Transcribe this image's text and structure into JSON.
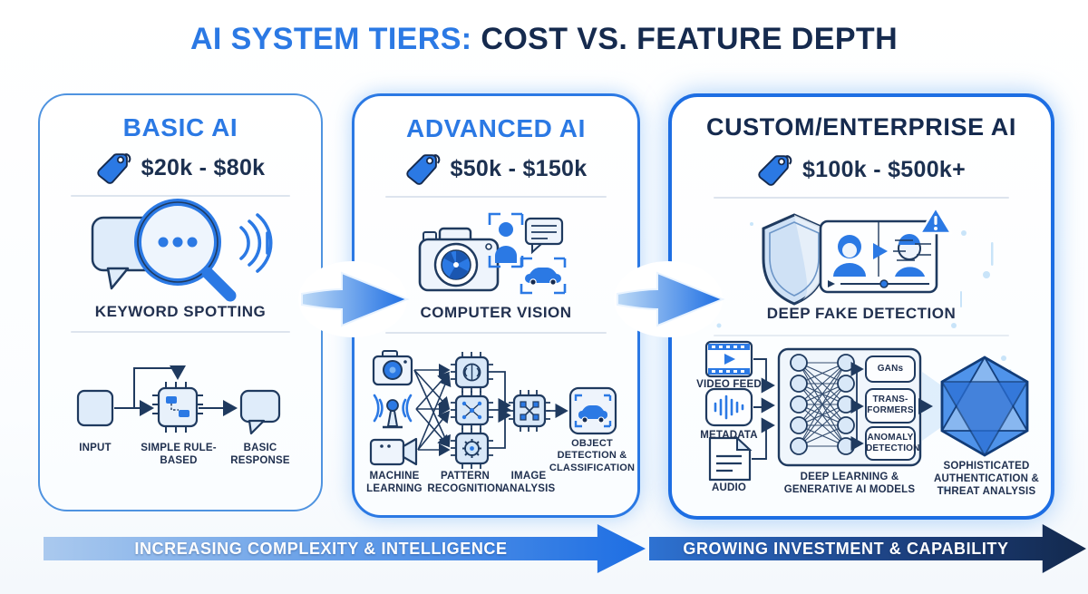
{
  "header": {
    "title_accent": "AI SYSTEM TIERS:",
    "title_rest": "COST VS. FEATURE DEPTH"
  },
  "panels": {
    "basic": {
      "title": "BASIC AI",
      "price": "$20k - $80k",
      "feature": "KEYWORD SPOTTING",
      "flow": {
        "input": "INPUT",
        "process": "SIMPLE RULE-BASED",
        "output": "BASIC RESPONSE"
      }
    },
    "advanced": {
      "title": "ADVANCED AI",
      "price": "$50k - $150k",
      "feature": "COMPUTER VISION",
      "flow": {
        "sources": "MACHINE LEARNING",
        "pattern": "PATTERN RECOGNITION",
        "image": "IMAGE ANALYSIS",
        "output": "OBJECT DETECTION & CLASSIFICATION"
      }
    },
    "enterprise": {
      "title": "CUSTOM/ENTERPRISE AI",
      "price": "$100k - $500k+",
      "feature": "DEEP FAKE DETECTION",
      "inputs": {
        "video": "VIDEO FEED",
        "metadata": "METADATA",
        "audio": "AUDIO"
      },
      "models": {
        "gans": "GANs",
        "transformers": "TRANS-FORMERS",
        "anomaly": "ANOMALY DETECTION",
        "box_label": "DEEP LEARNING & GENERATIVE AI MODELS"
      },
      "output": "SOPHISTICATED AUTHENTICATION & THREAT ANALYSIS"
    }
  },
  "footer": {
    "left_arrow": "INCREASING COMPLEXITY & INTELLIGENCE",
    "right_arrow": "GROWING INVESTMENT & CAPABILITY"
  },
  "colors": {
    "accent_blue": "#2b79e4",
    "dark_navy": "#152a4e",
    "icon_outline": "#1f3a5f",
    "light_fill": "#dfecfa",
    "panel_glow": "#8fc1f2"
  }
}
